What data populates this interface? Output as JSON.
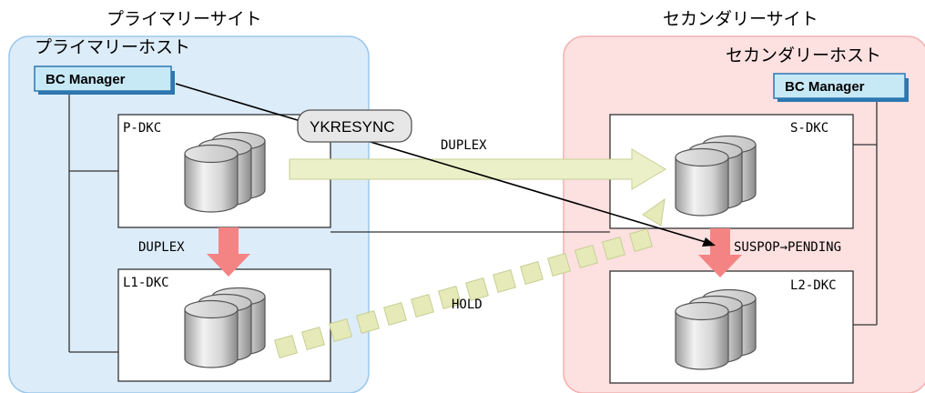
{
  "primary": {
    "site_title": "プライマリーサイト",
    "host_title": "プライマリーホスト",
    "bc_manager": "BC Manager",
    "pdkc_label": "P-DKC",
    "l1dkc_label": "L1-DKC",
    "pl1_status": "DUPLEX"
  },
  "secondary": {
    "site_title": "セカンダリーサイト",
    "host_title": "セカンダリーホスト",
    "bc_manager": "BC Manager",
    "sdkc_label": "S-DKC",
    "l2dkc_label": "L2-DKC",
    "sl2_status": "SUSPOP→PENDING"
  },
  "command": "YKRESYNC",
  "links": {
    "p_to_s_status": "DUPLEX",
    "l1_to_s_status": "HOLD"
  },
  "colors": {
    "primary_site_bg": "#dcecf9",
    "primary_site_border": "#9cc8ec",
    "secondary_site_bg": "#fde0e0",
    "secondary_site_border": "#f2b1b1",
    "bc_manager_bg": "#c7e9f6",
    "bc_manager_border": "#2d77b0",
    "arrow_green": "#ecf0c8",
    "arrow_green_border": "#c7cf94",
    "arrow_red": "#f48484",
    "command_bg": "#e7e7e7"
  }
}
